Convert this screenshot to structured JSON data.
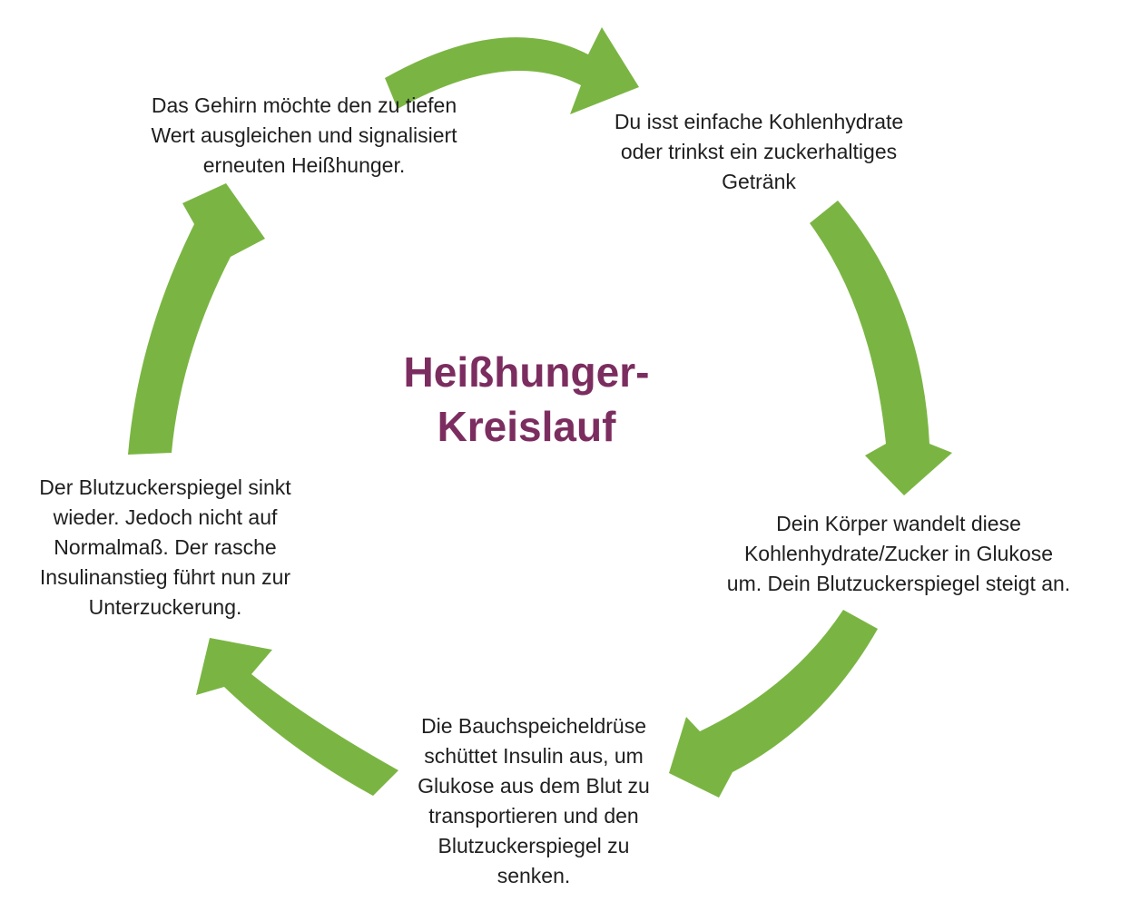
{
  "diagram": {
    "title": {
      "text": "Heißhunger-\nKreislauf",
      "color": "#7c2d60"
    },
    "steps": [
      {
        "position": "top-right",
        "text": "Du isst einfache Kohlenhydrate\noder trinkst ein zuckerhaltiges\nGetränk"
      },
      {
        "position": "right",
        "text": "Dein Körper wandelt diese\nKohlenhydrate/Zucker in Glukose\num. Dein Blutzuckerspiegel steigt an."
      },
      {
        "position": "bottom",
        "text": "Die Bauchspeicheldrüse\nschüttet Insulin aus, um\nGlukose aus dem Blut zu\ntransportieren und den\nBlutzuckerspiegel zu\nsenken."
      },
      {
        "position": "left",
        "text": "Der Blutzuckerspiegel sinkt\nwieder. Jedoch nicht auf\nNormalmaß. Der rasche\nInsulinanstieg führt nun zur\nUnterzuckerung."
      },
      {
        "position": "top-left",
        "text": "Das Gehirn möchte den zu tiefen\nWert ausgleichen und signalisiert\nerneuten Heißhunger."
      }
    ],
    "arrows": [
      {
        "name": "arrow-top",
        "from": "top-left",
        "to": "top-right",
        "direction": "curving right"
      },
      {
        "name": "arrow-right",
        "from": "top-right",
        "to": "right",
        "direction": "curving down"
      },
      {
        "name": "arrow-bottom-right",
        "from": "right",
        "to": "bottom",
        "direction": "curving down-left"
      },
      {
        "name": "arrow-bottom-left",
        "from": "bottom",
        "to": "left",
        "direction": "curving up-left"
      },
      {
        "name": "arrow-left",
        "from": "left",
        "to": "top-left",
        "direction": "curving up"
      }
    ],
    "colors": {
      "arrow_green": "#7ab543",
      "title_purple": "#7c2d60",
      "text_black": "#1f1f1f",
      "background": "#ffffff"
    }
  }
}
